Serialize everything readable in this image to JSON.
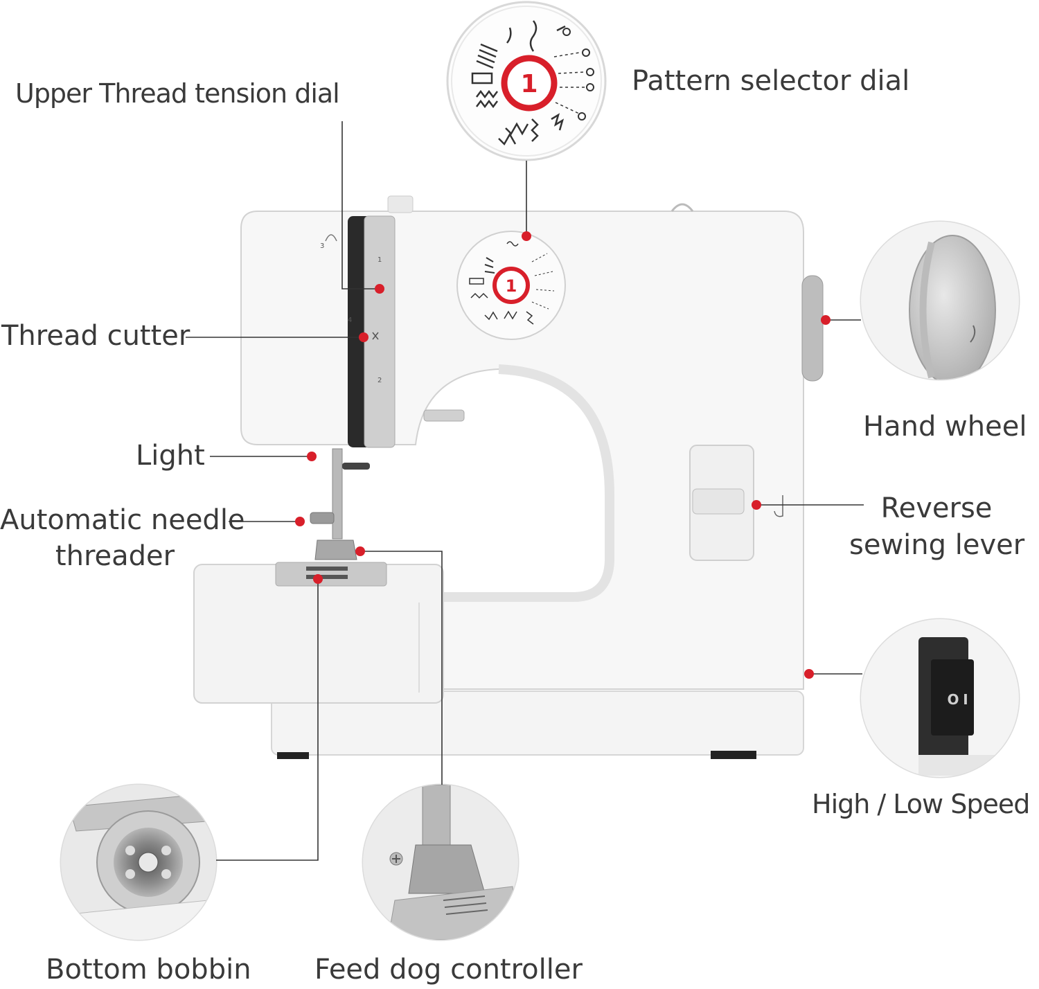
{
  "labels": {
    "pattern_selector_dial": "Pattern selector dial",
    "upper_thread_tension_dial": "Upper Thread tension dial",
    "thread_cutter": "Thread cutter",
    "hand_wheel": "Hand wheel",
    "light": "Light",
    "automatic_needle_threader_line1": "Automatic needle",
    "automatic_needle_threader_line2": "threader",
    "reverse_sewing_lever_line1": "Reverse",
    "reverse_sewing_lever_line2": "sewing lever",
    "high_low_speed": "High / Low Speed",
    "bottom_bobbin": "Bottom bobbin",
    "feed_dog_controller": "Feed dog controller"
  },
  "machine_marks": {
    "dial_number": "1",
    "switch_on": "I",
    "switch_off": "O"
  },
  "colors": {
    "accent_red": "#d81f2a",
    "leader_line": "#333333",
    "label_text": "#3a3a3a",
    "machine_body": "#f6f6f6",
    "machine_outline": "#d4d4d4"
  }
}
